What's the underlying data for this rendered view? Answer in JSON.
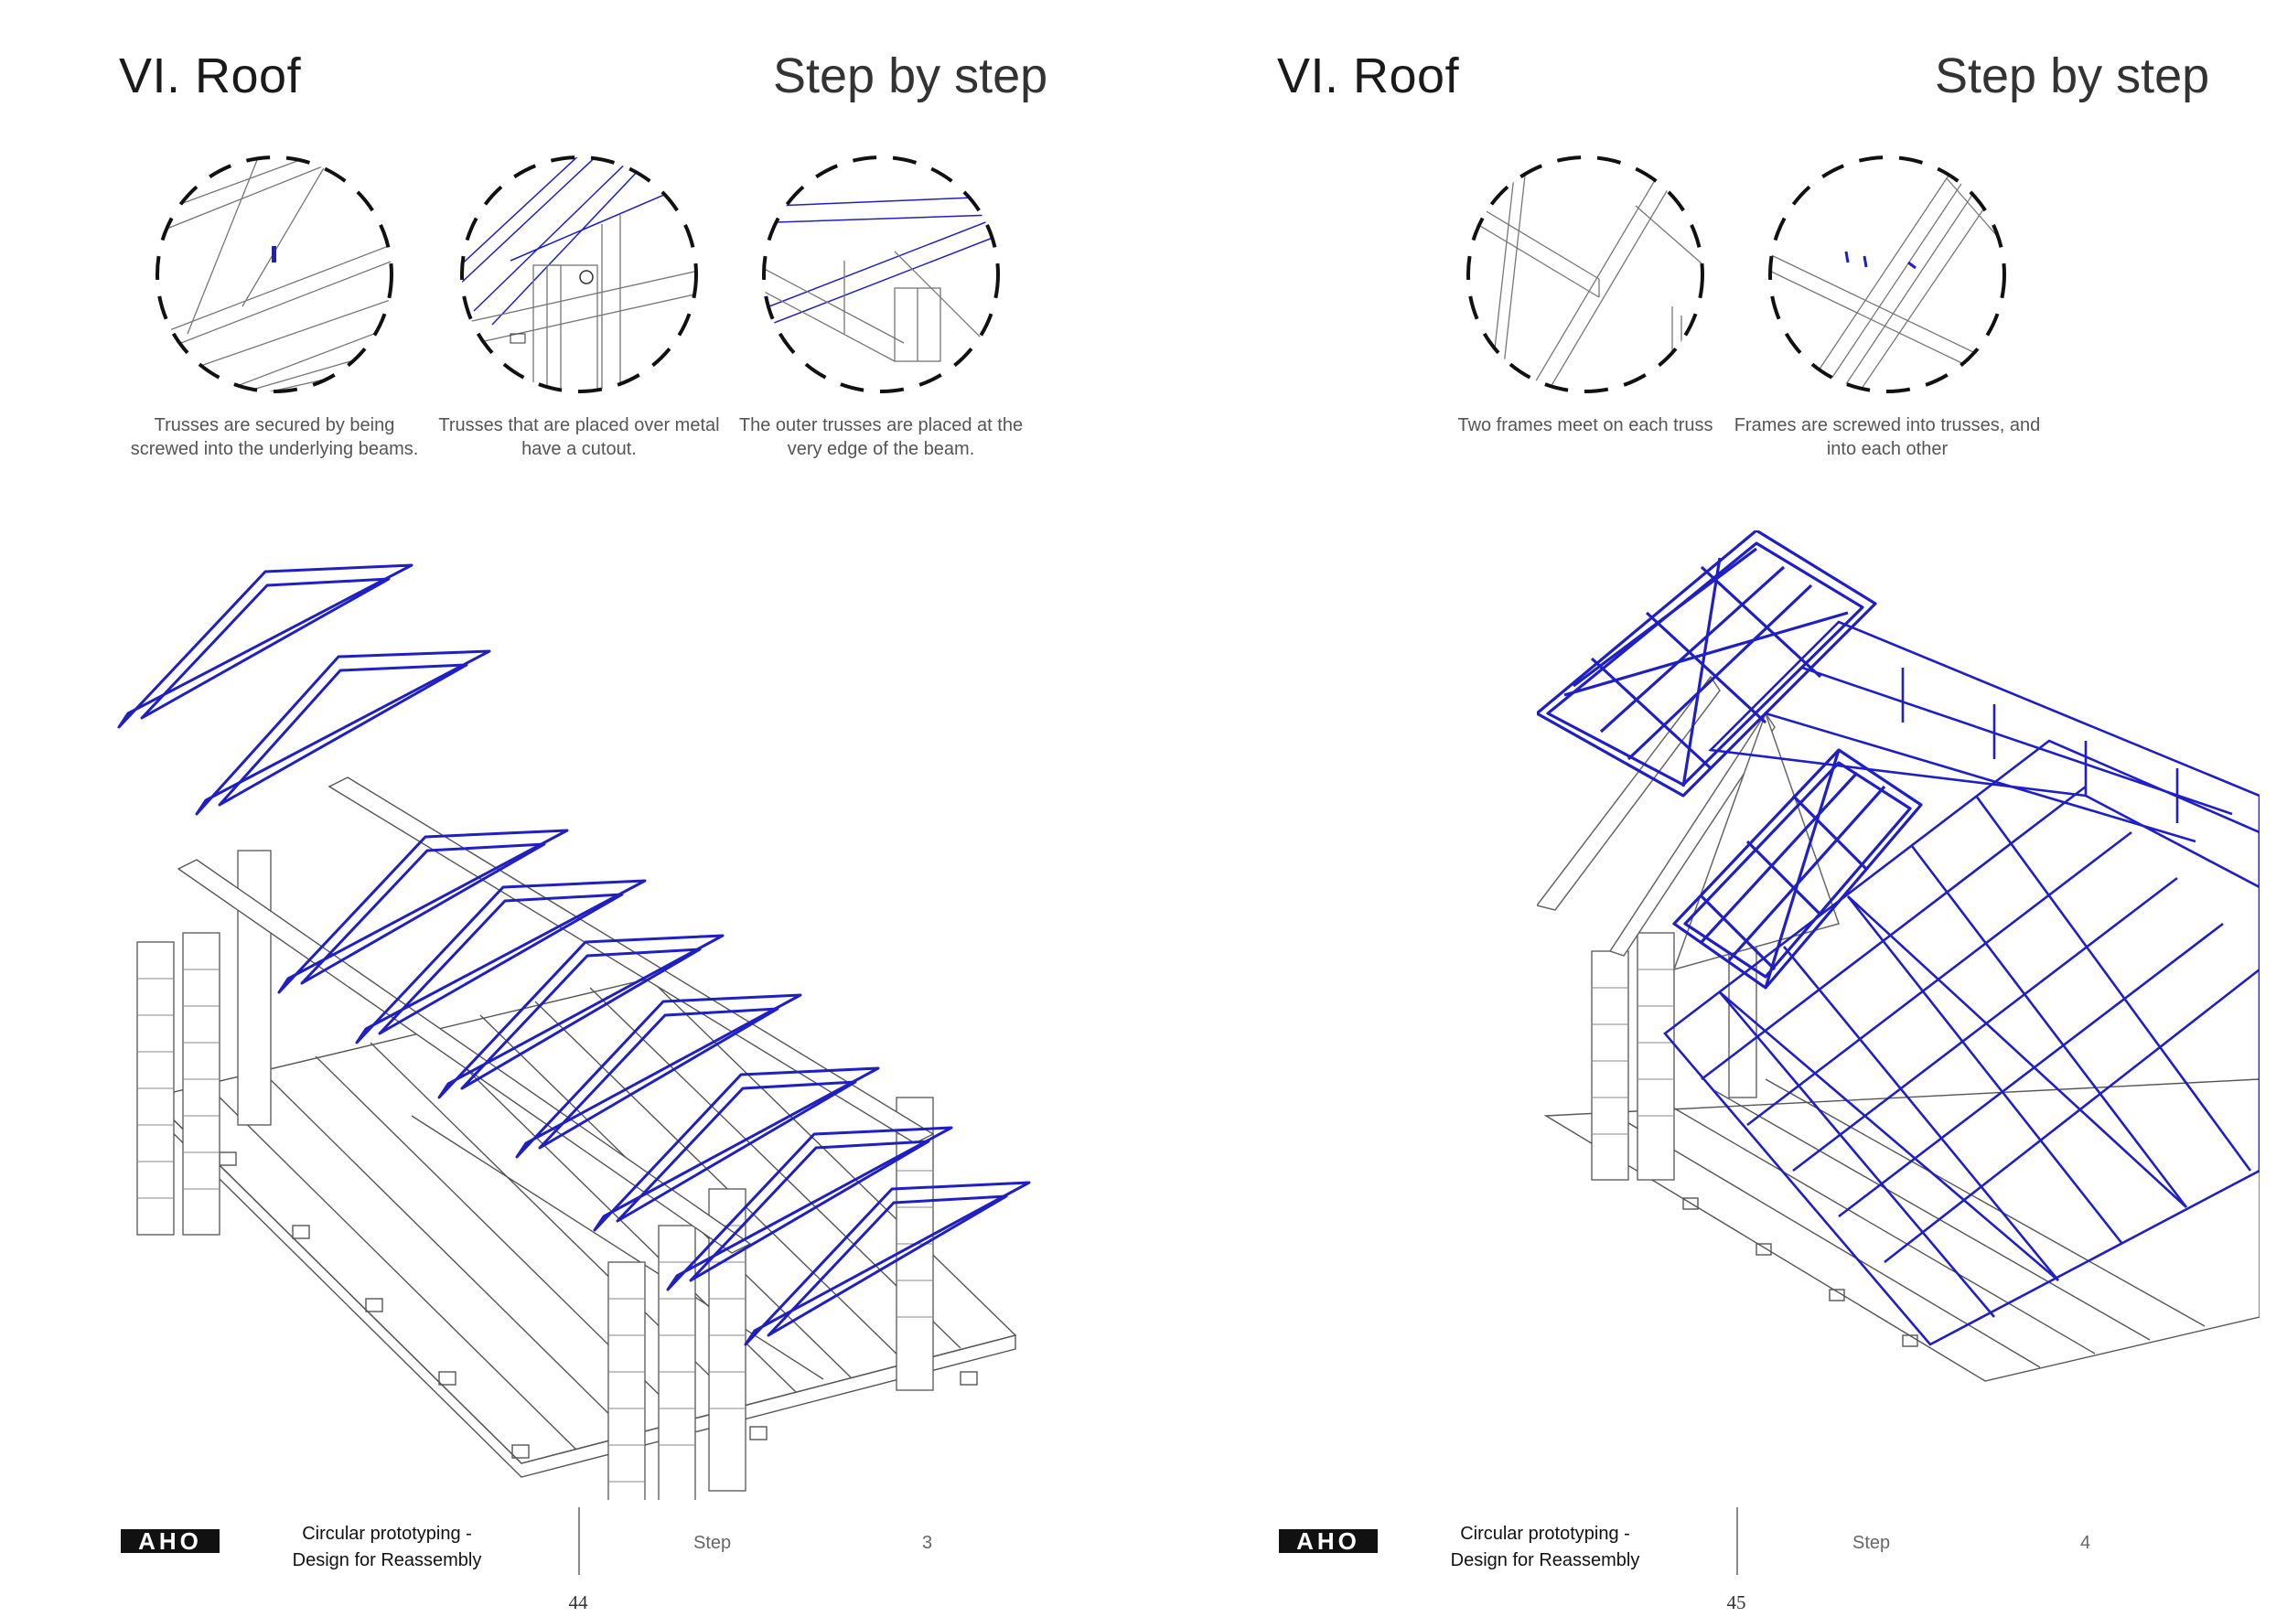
{
  "pages": [
    {
      "title": "VI. Roof",
      "subtitle": "Step by step",
      "captions": [
        "Trusses are secured by being screwed into the underlying beams.",
        "Trusses that are placed over metal have a cutout.",
        "The outer trusses are placed at the very edge of the beam."
      ],
      "footer": {
        "logo": "AHO",
        "project_line1": "Circular prototyping -",
        "project_line2": "Design for Reassembly",
        "step_label": "Step",
        "step_number": "3"
      },
      "page_number": "44"
    },
    {
      "title": "VI. Roof",
      "subtitle": "Step by step",
      "captions": [
        "Two frames meet on each truss",
        "Frames are screwed into trusses, and into each other"
      ],
      "footer": {
        "logo": "AHO",
        "project_line1": "Circular prototyping -",
        "project_line2": "Design for Reassembly",
        "step_label": "Step",
        "step_number": "4"
      },
      "page_number": "45"
    }
  ],
  "colors": {
    "highlight": "#1f1fc4",
    "linework": "#6b6b6b",
    "text": "#222222"
  }
}
